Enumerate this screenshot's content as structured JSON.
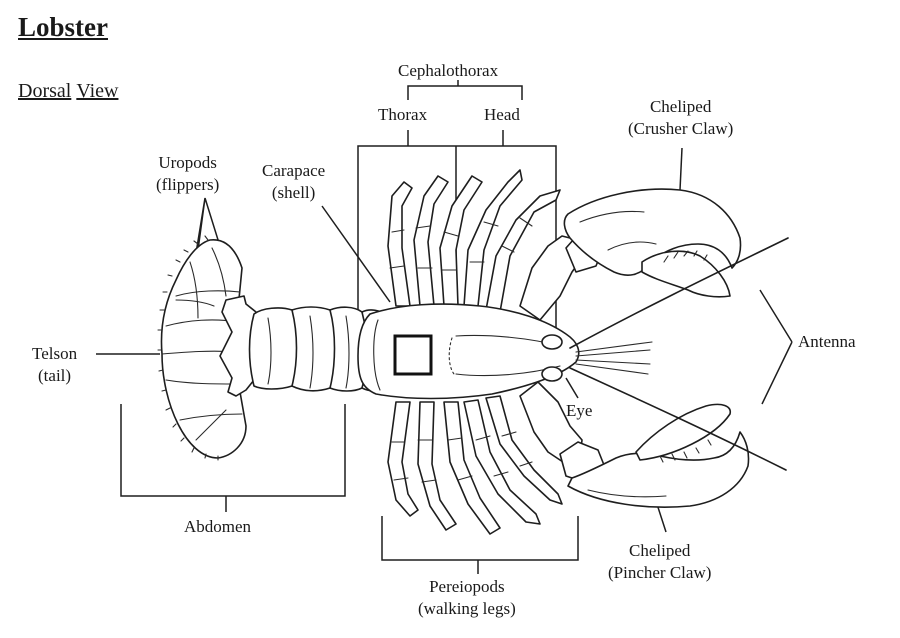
{
  "title": "Lobster",
  "subtitle": {
    "word1": "Dorsal",
    "word2": "View"
  },
  "labels": {
    "cephalothorax": "Cephalothorax",
    "thorax": "Thorax",
    "head": "Head",
    "uropods_1": "Uropods",
    "uropods_2": "(flippers)",
    "carapace_1": "Carapace",
    "carapace_2": "(shell)",
    "cheliped_crusher_1": "Cheliped",
    "cheliped_crusher_2": "(Crusher Claw)",
    "telson_1": "Telson",
    "telson_2": "(tail)",
    "antenna": "Antenna",
    "eye": "Eye",
    "abdomen": "Abdomen",
    "cheliped_pincher_1": "Cheliped",
    "cheliped_pincher_2": "(Pincher Claw)",
    "pereiopods_1": "Pereiopods",
    "pereiopods_2": "(walking legs)"
  },
  "colors": {
    "ink": "#1e1e1e",
    "background": "#ffffff"
  }
}
